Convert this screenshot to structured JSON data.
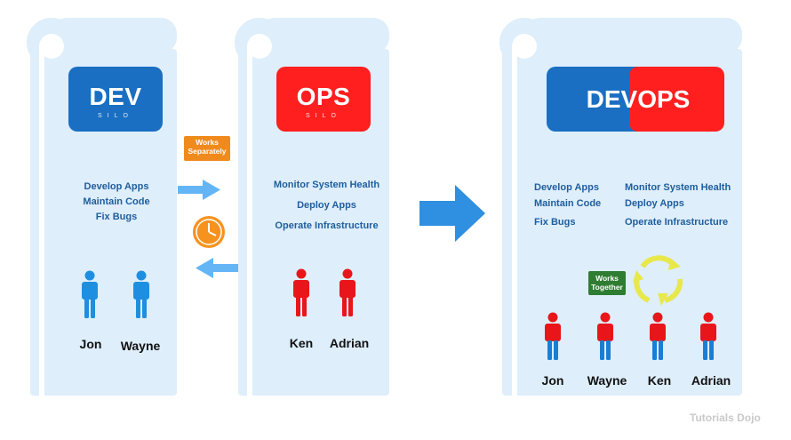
{
  "dev_silo": {
    "title": "DEV",
    "subtitle": "SILO",
    "tasks": [
      "Develop Apps",
      "Maintain Code",
      "Fix Bugs"
    ],
    "people": [
      "Jon",
      "Wayne"
    ],
    "color": "#1a6fc2"
  },
  "ops_silo": {
    "title": "OPS",
    "subtitle": "SILO",
    "tasks": [
      "Monitor System Health",
      "Deploy Apps",
      "Operate Infrastructure"
    ],
    "people": [
      "Ken",
      "Adrian"
    ],
    "color": "#ff1f1f"
  },
  "middle": {
    "works_separately": "Works Separately",
    "clock_icon": "clock-icon"
  },
  "devops": {
    "title_dev": "DEV",
    "title_ops": "OPS",
    "dev_tasks": [
      "Develop Apps",
      "Maintain Code",
      "Fix Bugs"
    ],
    "ops_tasks": [
      "Monitor System Health",
      "Deploy Apps",
      "Operate Infrastructure"
    ],
    "works_together": "Works Together",
    "people": [
      "Jon",
      "Wayne",
      "Ken",
      "Adrian"
    ]
  },
  "colors": {
    "pillar": "#deeefb",
    "arrow": "#2f8fe0",
    "tag_orange": "#f08a1d",
    "tag_green": "#2e7d32",
    "cycle": "#e8e84a"
  },
  "branding": "Tutorials Dojo"
}
